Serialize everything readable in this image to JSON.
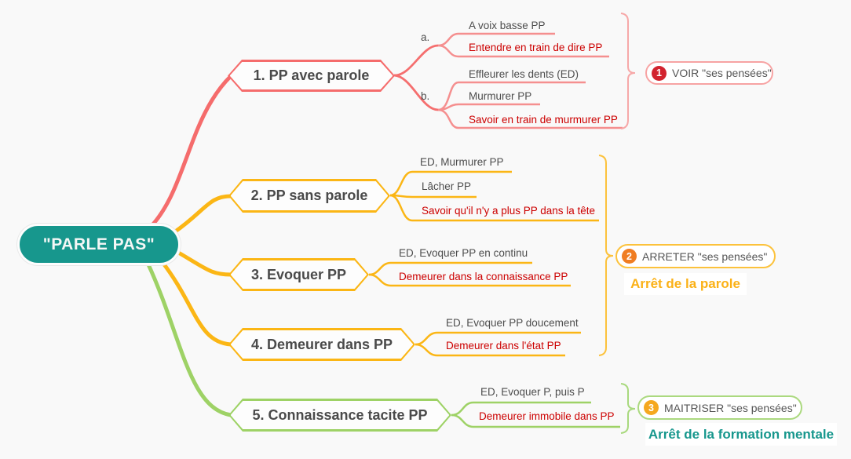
{
  "root": {
    "label": "\"PARLE PAS\""
  },
  "branch1": {
    "label": "1. PP avec parole",
    "group_a": {
      "label": "a.",
      "leaves": [
        {
          "text": "A voix basse PP",
          "emphasis": false
        },
        {
          "text": "Entendre en train de dire PP",
          "emphasis": true
        }
      ]
    },
    "group_b": {
      "label": "b.",
      "leaves": [
        {
          "text": "Effleurer les dents (ED)",
          "emphasis": false
        },
        {
          "text": "Murmurer PP",
          "emphasis": false
        },
        {
          "text": "Savoir en train de murmurer PP",
          "emphasis": true
        }
      ]
    }
  },
  "branch2": {
    "label": "2. PP sans parole",
    "leaves": [
      {
        "text": "ED, Murmurer PP",
        "emphasis": false
      },
      {
        "text": "Lâcher PP",
        "emphasis": false
      },
      {
        "text": "Savoir qu'il n'y a plus PP dans la tête",
        "emphasis": true
      }
    ]
  },
  "branch3": {
    "label": "3. Evoquer PP",
    "leaves": [
      {
        "text": "ED, Evoquer PP en continu",
        "emphasis": false
      },
      {
        "text": "Demeurer dans la connaissance PP",
        "emphasis": true
      }
    ]
  },
  "branch4": {
    "label": "4. Demeurer dans PP",
    "leaves": [
      {
        "text": "ED, Evoquer PP doucement",
        "emphasis": false
      },
      {
        "text": "Demeurer dans l'état PP",
        "emphasis": true
      }
    ]
  },
  "branch5": {
    "label": "5. Connaissance tacite PP",
    "leaves": [
      {
        "text": "ED, Evoquer P, puis P",
        "emphasis": false
      },
      {
        "text": "Demeurer immobile dans PP",
        "emphasis": true
      }
    ]
  },
  "summaries": [
    {
      "number": "1",
      "label": "VOIR \"ses pensées\"",
      "caption": ""
    },
    {
      "number": "2",
      "label": "ARRETER \"ses pensées\"",
      "caption": "Arrêt de la parole"
    },
    {
      "number": "3",
      "label": "MAITRISER \"ses pensées\"",
      "caption": "Arrêt de la formation mentale"
    }
  ],
  "colors": {
    "background": "#f9f9f9",
    "root_fill": "#17978d",
    "branch_red": "#f56c6c",
    "branch_yellow": "#fbb615",
    "branch_green": "#9ed266",
    "brace_pink": "#f7a8a8",
    "brace_yellow": "#fcc23c",
    "brace_green": "#a9d97e",
    "badge_red": "#d2232e",
    "badge_orange": "#f07d22",
    "badge_amber": "#f5a81f",
    "text_gray": "#4d4d4d",
    "text_red": "#cc0000",
    "caption_amber": "#fbb117",
    "caption_teal": "#17978d"
  }
}
